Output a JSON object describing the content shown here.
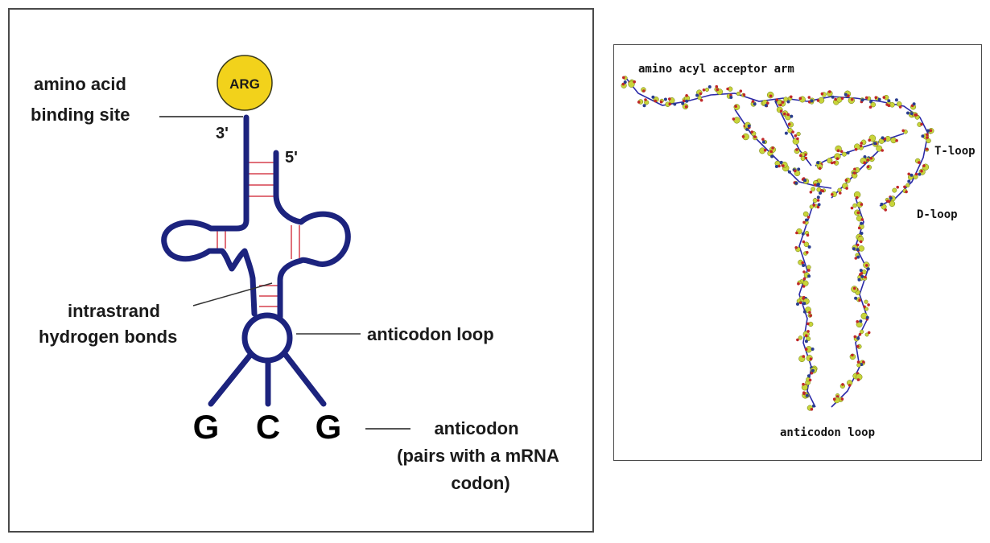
{
  "left_diagram": {
    "amino_acid": "ARG",
    "label_binding_1": "amino acid",
    "label_binding_2": "binding site",
    "end_3": "3'",
    "end_5": "5'",
    "label_intrastrand_1": "intrastrand",
    "label_intrastrand_2": "hydrogen bonds",
    "label_anticodon_loop": "anticodon loop",
    "codon_bases": [
      "G",
      "C",
      "G"
    ],
    "label_anticodon_1": "anticodon",
    "label_anticodon_2": "(pairs with a mRNA",
    "label_anticodon_3": "codon)",
    "colors": {
      "strand": "#1c237e",
      "bond": "#e0707a",
      "amino_circle": "#f2d21b"
    }
  },
  "right_diagram": {
    "label_acceptor": "amino acyl acceptor arm",
    "label_t_loop": "T-loop",
    "label_d_loop": "D-loop",
    "label_anticodon_loop": "anticodon loop",
    "colors": {
      "backbone": "#2b2aa8",
      "sugar": "#c8d43a",
      "atom_red": "#c0282a",
      "base_blue": "#2a3d8f"
    }
  }
}
